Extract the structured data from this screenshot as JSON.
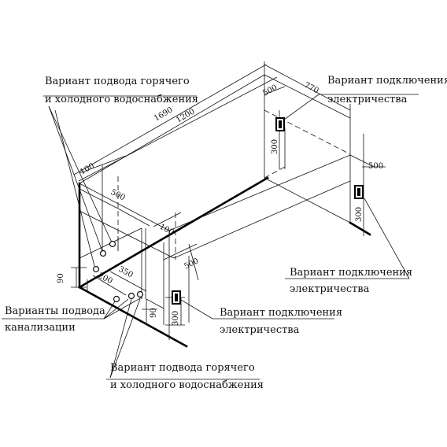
{
  "callouts": {
    "water_top_line1": "Вариант подвода горячего",
    "water_top_line2": "и холодного водоснабжения",
    "electric_top_line1": "Вариант подключения",
    "electric_top_line2": "электричества",
    "electric_right_line1": "Вариант подключения",
    "electric_right_line2": "электричества",
    "drain_line1": "Варианты подвода",
    "drain_line2": "канализации",
    "electric_bottom_line1": "Вариант подключения",
    "electric_bottom_line2": "электричества",
    "water_bottom_line1": "Вариант подвода горячего",
    "water_bottom_line2": "и холодного водоснабжения"
  },
  "dimensions": {
    "length_total": "1690",
    "length_inner": "1200",
    "width": "770",
    "back_socket_offset": "500",
    "back_socket_height": "300",
    "right_socket_offset": "500",
    "right_socket_height": "300",
    "left_offset_100": "100",
    "left_offset_500": "500",
    "front_100": "100",
    "front_500": "500",
    "drain_350": "350",
    "drain_200": "200",
    "left_height_90": "90",
    "front_height_90": "90",
    "front_socket_height": "300"
  }
}
